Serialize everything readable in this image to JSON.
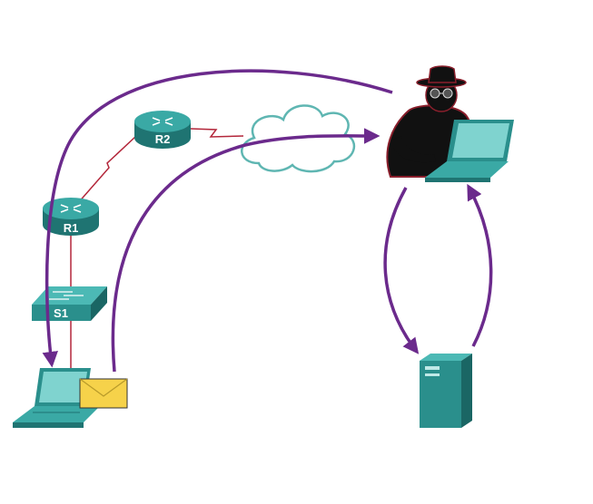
{
  "devices": {
    "router_r2": {
      "label": "R2",
      "icon": "router-icon"
    },
    "router_r1": {
      "label": "R1",
      "icon": "router-icon"
    },
    "switch_s1": {
      "label": "S1",
      "icon": "switch-icon"
    },
    "victim_laptop": {
      "icon": "laptop-icon"
    },
    "email": {
      "icon": "envelope-icon"
    },
    "cloud": {
      "icon": "cloud-icon"
    },
    "attacker": {
      "icon": "hacker-icon"
    },
    "attacker_laptop": {
      "icon": "laptop-icon"
    },
    "server": {
      "icon": "server-icon"
    }
  },
  "colors": {
    "device_teal": "#2f9e9b",
    "device_dark": "#1f7472",
    "link_red": "#b3263a",
    "arrow_purple": "#6b2a8c",
    "envelope": "#f6d24a"
  }
}
